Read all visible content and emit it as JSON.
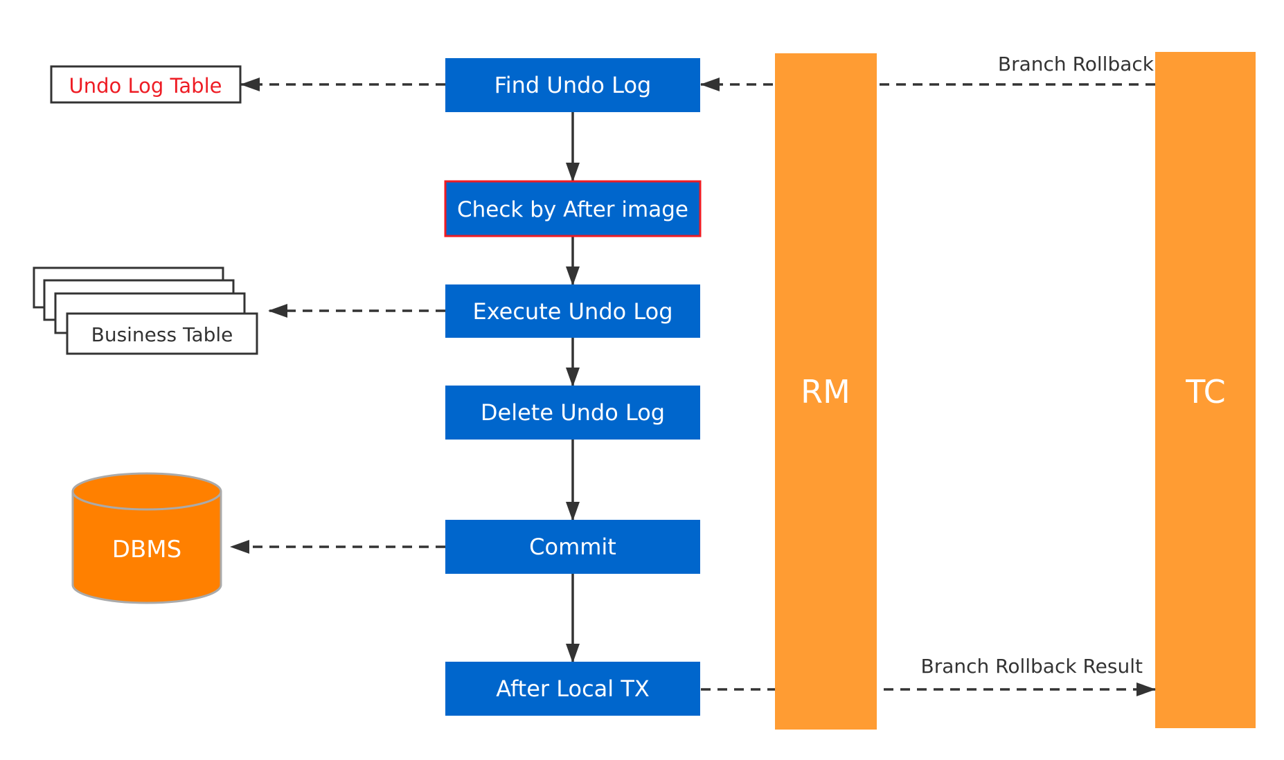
{
  "nodes": {
    "find_undo_log": "Find Undo Log",
    "check_after_image": "Check by After image",
    "execute_undo_log": "Execute Undo Log",
    "delete_undo_log": "Delete Undo Log",
    "commit": "Commit",
    "after_local_tx": "After Local TX"
  },
  "side_nodes": {
    "undo_log_table": "Undo Log Table",
    "business_table": "Business Table",
    "dbms": "DBMS"
  },
  "lanes": {
    "rm": "RM",
    "tc": "TC"
  },
  "edge_labels": {
    "branch_rollback": "Branch Rollback",
    "branch_rollback_result": "Branch Rollback Result"
  },
  "colors": {
    "process_blue": "#0066CC",
    "lane_orange": "#FF9C33",
    "dbms_orange": "#FF8000",
    "highlight_red": "#EE1C24",
    "arrow_dark": "#333333"
  }
}
